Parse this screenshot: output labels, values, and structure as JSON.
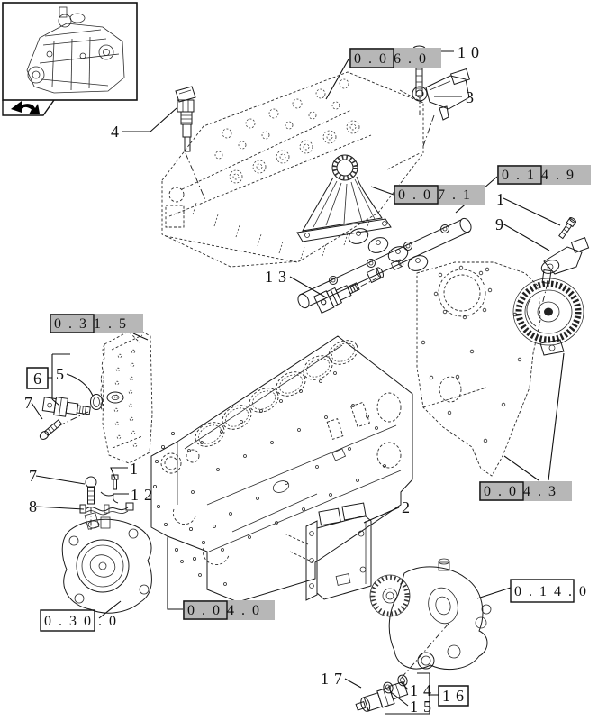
{
  "figure": {
    "kind": "engine-parts-exploded-diagram",
    "background": "#ffffff",
    "line_color": "#1a1a1a",
    "highlight_color": "#b7b7b7"
  },
  "ref_boxes": {
    "r0060": {
      "code": "0.06.0",
      "highlighted": true
    },
    "r0071": {
      "code": "0.07.1",
      "highlighted": true
    },
    "r0149": {
      "code": "0.14.9",
      "highlighted": true
    },
    "r0315": {
      "code": "0.31.5",
      "highlighted": true
    },
    "r0043": {
      "code": "0.04.3",
      "highlighted": true
    },
    "r0040": {
      "code": "0.04.0",
      "highlighted": true
    },
    "r0300": {
      "code": "0.30.0",
      "highlighted": false
    },
    "r0140": {
      "code": "0.14.0",
      "highlighted": false
    }
  },
  "callouts": {
    "item10": {
      "label": "10"
    },
    "item3": {
      "label": "3"
    },
    "item4": {
      "label": "4"
    },
    "item1_rail": {
      "label": "1"
    },
    "item9": {
      "label": "9"
    },
    "item13": {
      "label": "13"
    },
    "item6": {
      "label": "6"
    },
    "item5": {
      "label": "5"
    },
    "item7_sensor": {
      "label": "7"
    },
    "item7_block": {
      "label": "7"
    },
    "item8": {
      "label": "8"
    },
    "item1_block": {
      "label": "1"
    },
    "item12": {
      "label": "12"
    },
    "item2": {
      "label": "2"
    },
    "item17": {
      "label": "17"
    },
    "item14": {
      "label": "14"
    },
    "item15": {
      "label": "15"
    },
    "item16": {
      "label": "16"
    }
  }
}
